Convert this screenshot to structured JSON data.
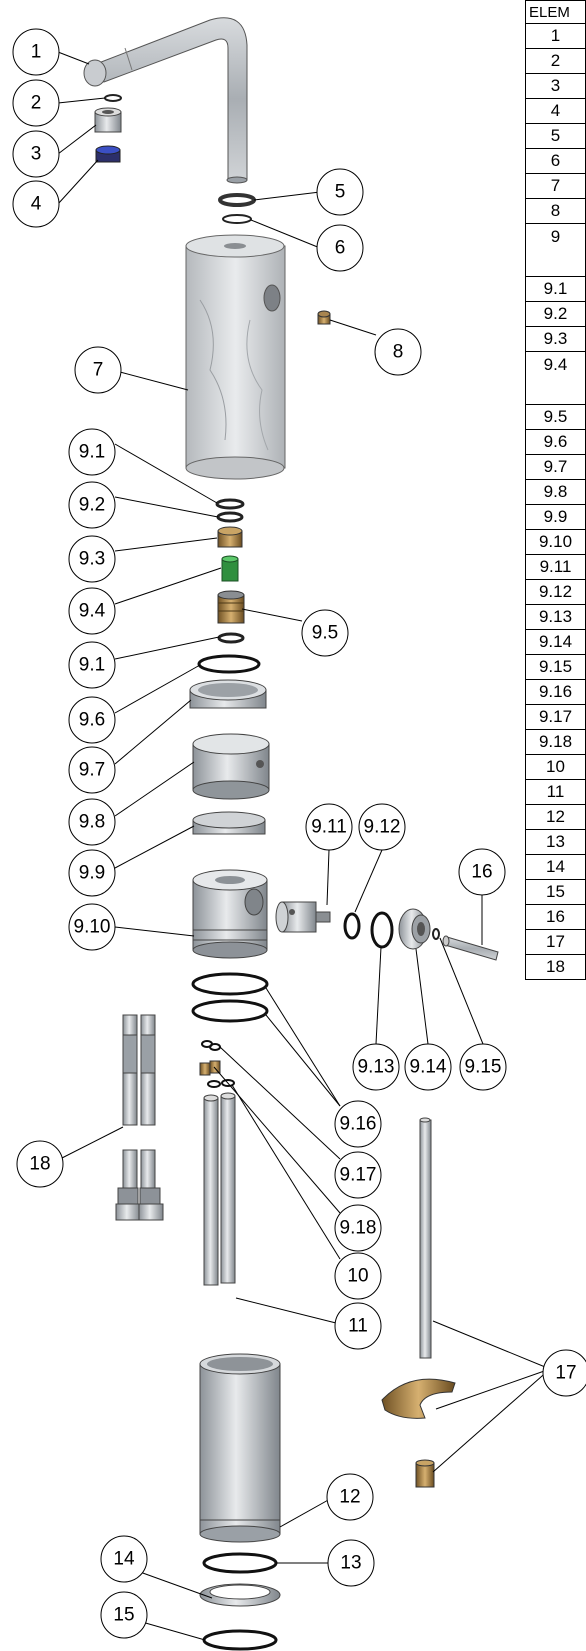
{
  "bom_header": "ELEM",
  "bom_items": [
    "1",
    "2",
    "3",
    "4",
    "5",
    "6",
    "7",
    "8",
    "9",
    "9.1",
    "9.2",
    "9.3",
    "9.4",
    "9.5",
    "9.6",
    "9.7",
    "9.8",
    "9.9",
    "9.10",
    "9.11",
    "9.12",
    "9.13",
    "9.14",
    "9.15",
    "9.16",
    "9.17",
    "9.18",
    "10",
    "11",
    "12",
    "13",
    "14",
    "15",
    "16",
    "17",
    "18"
  ],
  "callouts": {
    "c1": "1",
    "c2": "2",
    "c3": "3",
    "c4": "4",
    "c5": "5",
    "c6": "6",
    "c7": "7",
    "c8": "8",
    "c91a": "9.1",
    "c92": "9.2",
    "c93": "9.3",
    "c94": "9.4",
    "c95": "9.5",
    "c91b": "9.1",
    "c96": "9.6",
    "c97": "9.7",
    "c98": "9.8",
    "c99": "9.9",
    "c910": "9.10",
    "c911": "9.11",
    "c912": "9.12",
    "c913": "9.13",
    "c914": "9.14",
    "c915": "9.15",
    "c916": "9.16",
    "c917": "9.17",
    "c918": "9.18",
    "c10": "10",
    "c11": "11",
    "c12": "12",
    "c13": "13",
    "c14": "14",
    "c15": "15",
    "c16": "16",
    "c17": "17",
    "c18": "18"
  },
  "colors": {
    "steel": "#b9bec4",
    "marble": "#d9dcdf",
    "brass": "#b08a4a",
    "green": "#3aa04a",
    "blue": "#3b4fc4"
  }
}
